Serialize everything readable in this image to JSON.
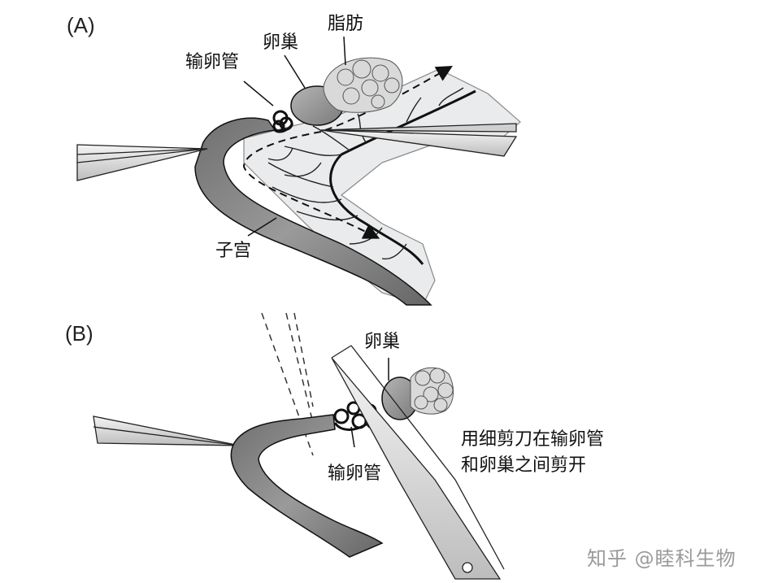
{
  "panel_a": {
    "label": "(A)",
    "callouts": {
      "fat": "脂肪",
      "ovary": "卵巢",
      "oviduct": "输卵管",
      "uterus": "子宫"
    }
  },
  "panel_b": {
    "label": "(B)",
    "callouts": {
      "ovary": "卵巢",
      "oviduct": "输卵管"
    },
    "instruction_line1": "用细剪刀在输卵管",
    "instruction_line2": "和卵巢之间剪开"
  },
  "watermark": "知乎 @睦科生物",
  "colors": {
    "organ_fill": "#8c8c8c",
    "tissue_fill": "#e9ebec",
    "line": "#111111"
  }
}
